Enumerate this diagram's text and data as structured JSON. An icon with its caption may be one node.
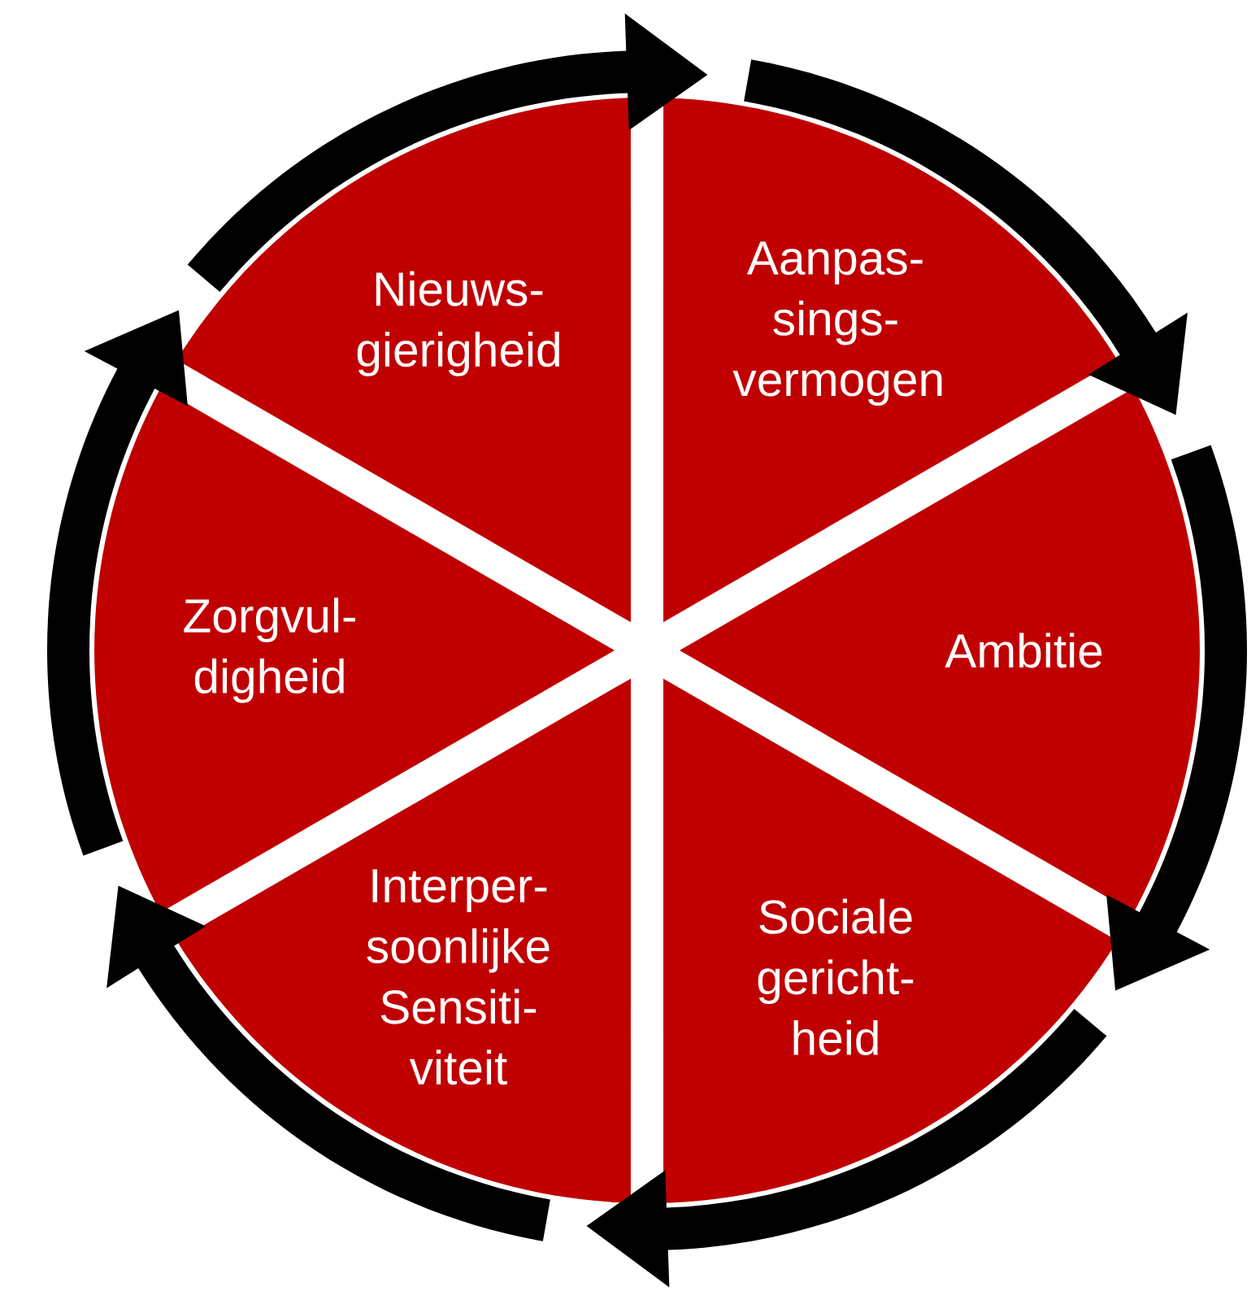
{
  "diagram": {
    "nodes": [
      {
        "text": [
          "Nieuws- gierigheid"
        ]
      },
      {
        "text": [
          "Aanpas- sings- vermogen"
        ]
      },
      {
        "text": [
          "Ambitie"
        ]
      },
      {
        "text": [
          "Sociale gericht- heid"
        ]
      },
      {
        "text": [
          "Interper- soonlijke Sensiti- viteit"
        ]
      },
      {
        "text": [
          "Zorgvul- digheid"
        ]
      }
    ],
    "edges": [
      {
        "from": 0,
        "to": 1,
        "arrow": "to"
      },
      {
        "from": 1,
        "to": 2,
        "arrow": "to"
      },
      {
        "from": 2,
        "to": 3,
        "arrow": "to"
      },
      {
        "from": 3,
        "to": 4,
        "arrow": "to"
      },
      {
        "from": 4,
        "to": 5,
        "arrow": "to"
      },
      {
        "from": 5,
        "to": 0,
        "arrow": "to"
      }
    ]
  }
}
